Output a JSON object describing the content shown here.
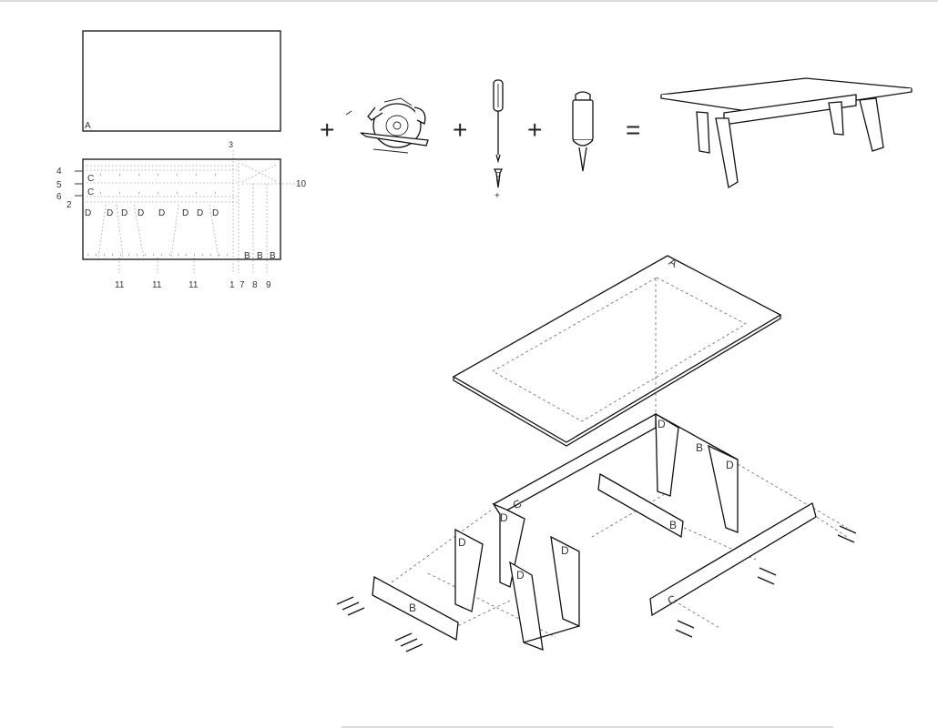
{
  "sheets": {
    "top_sheet": {
      "label": "A"
    },
    "cut_sheet": {
      "left_numbers": [
        "4",
        "5",
        "6",
        "2"
      ],
      "top_number": "3",
      "right_number": "10",
      "c_labels": [
        "C",
        "C"
      ],
      "d_labels": [
        "D",
        "D",
        "D",
        "D",
        "D",
        "D",
        "D",
        "D"
      ],
      "b_labels": [
        "B",
        "B",
        "B"
      ],
      "bottom_numbers": [
        "11",
        "11",
        "11",
        "1",
        "7",
        "8",
        "9"
      ]
    }
  },
  "equation": {
    "plus": "+",
    "equals": "=",
    "screw_plus": "+"
  },
  "exploded": {
    "top_label": "A",
    "b_labels": [
      "B",
      "B",
      "B"
    ],
    "c_labels": [
      "C",
      "C"
    ],
    "d_labels": [
      "D",
      "D",
      "D",
      "D"
    ]
  }
}
